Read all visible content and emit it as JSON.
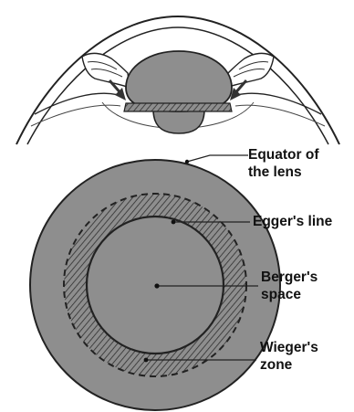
{
  "labels": {
    "equator_line1": "Equator of",
    "equator_line2": "the lens",
    "eggers_line": "Egger's line",
    "bergers_line1": "Berger's",
    "bergers_line2": "space",
    "wiegers_line1": "Wieger's",
    "wiegers_line2": "zone"
  },
  "colors": {
    "lens_fill": "#8e8e8e",
    "outline": "#222222",
    "hatch": "#3a3a3a"
  }
}
